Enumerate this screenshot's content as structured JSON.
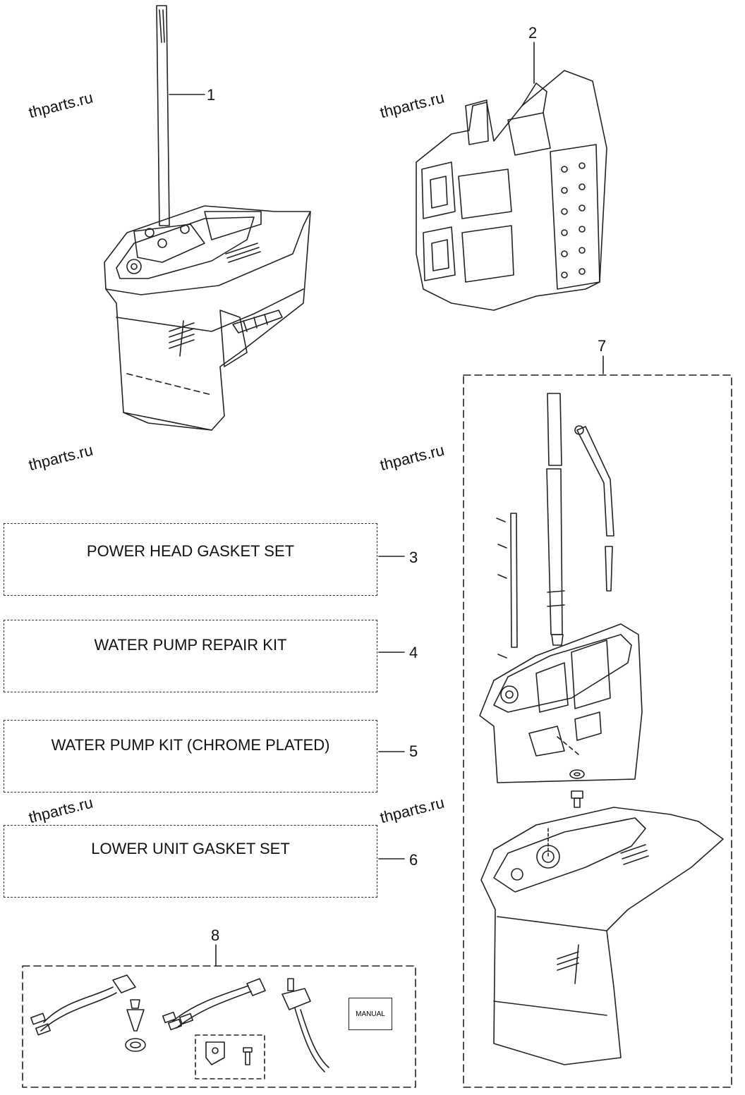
{
  "watermarks": [
    "thparts.ru",
    "thparts.ru",
    "thparts.ru",
    "thparts.ru",
    "thparts.ru",
    "thparts.ru"
  ],
  "callouts": {
    "c1": "1",
    "c2": "2",
    "c3": "3",
    "c4": "4",
    "c5": "5",
    "c6": "6",
    "c7": "7",
    "c8": "8"
  },
  "kits": {
    "power_head": "POWER HEAD GASKET SET",
    "water_pump_repair": "WATER PUMP REPAIR KIT",
    "water_pump_chrome": "WATER PUMP KIT (CHROME PLATED)",
    "lower_unit": "LOWER UNIT GASKET SET"
  },
  "manual_label": "MANUAL"
}
